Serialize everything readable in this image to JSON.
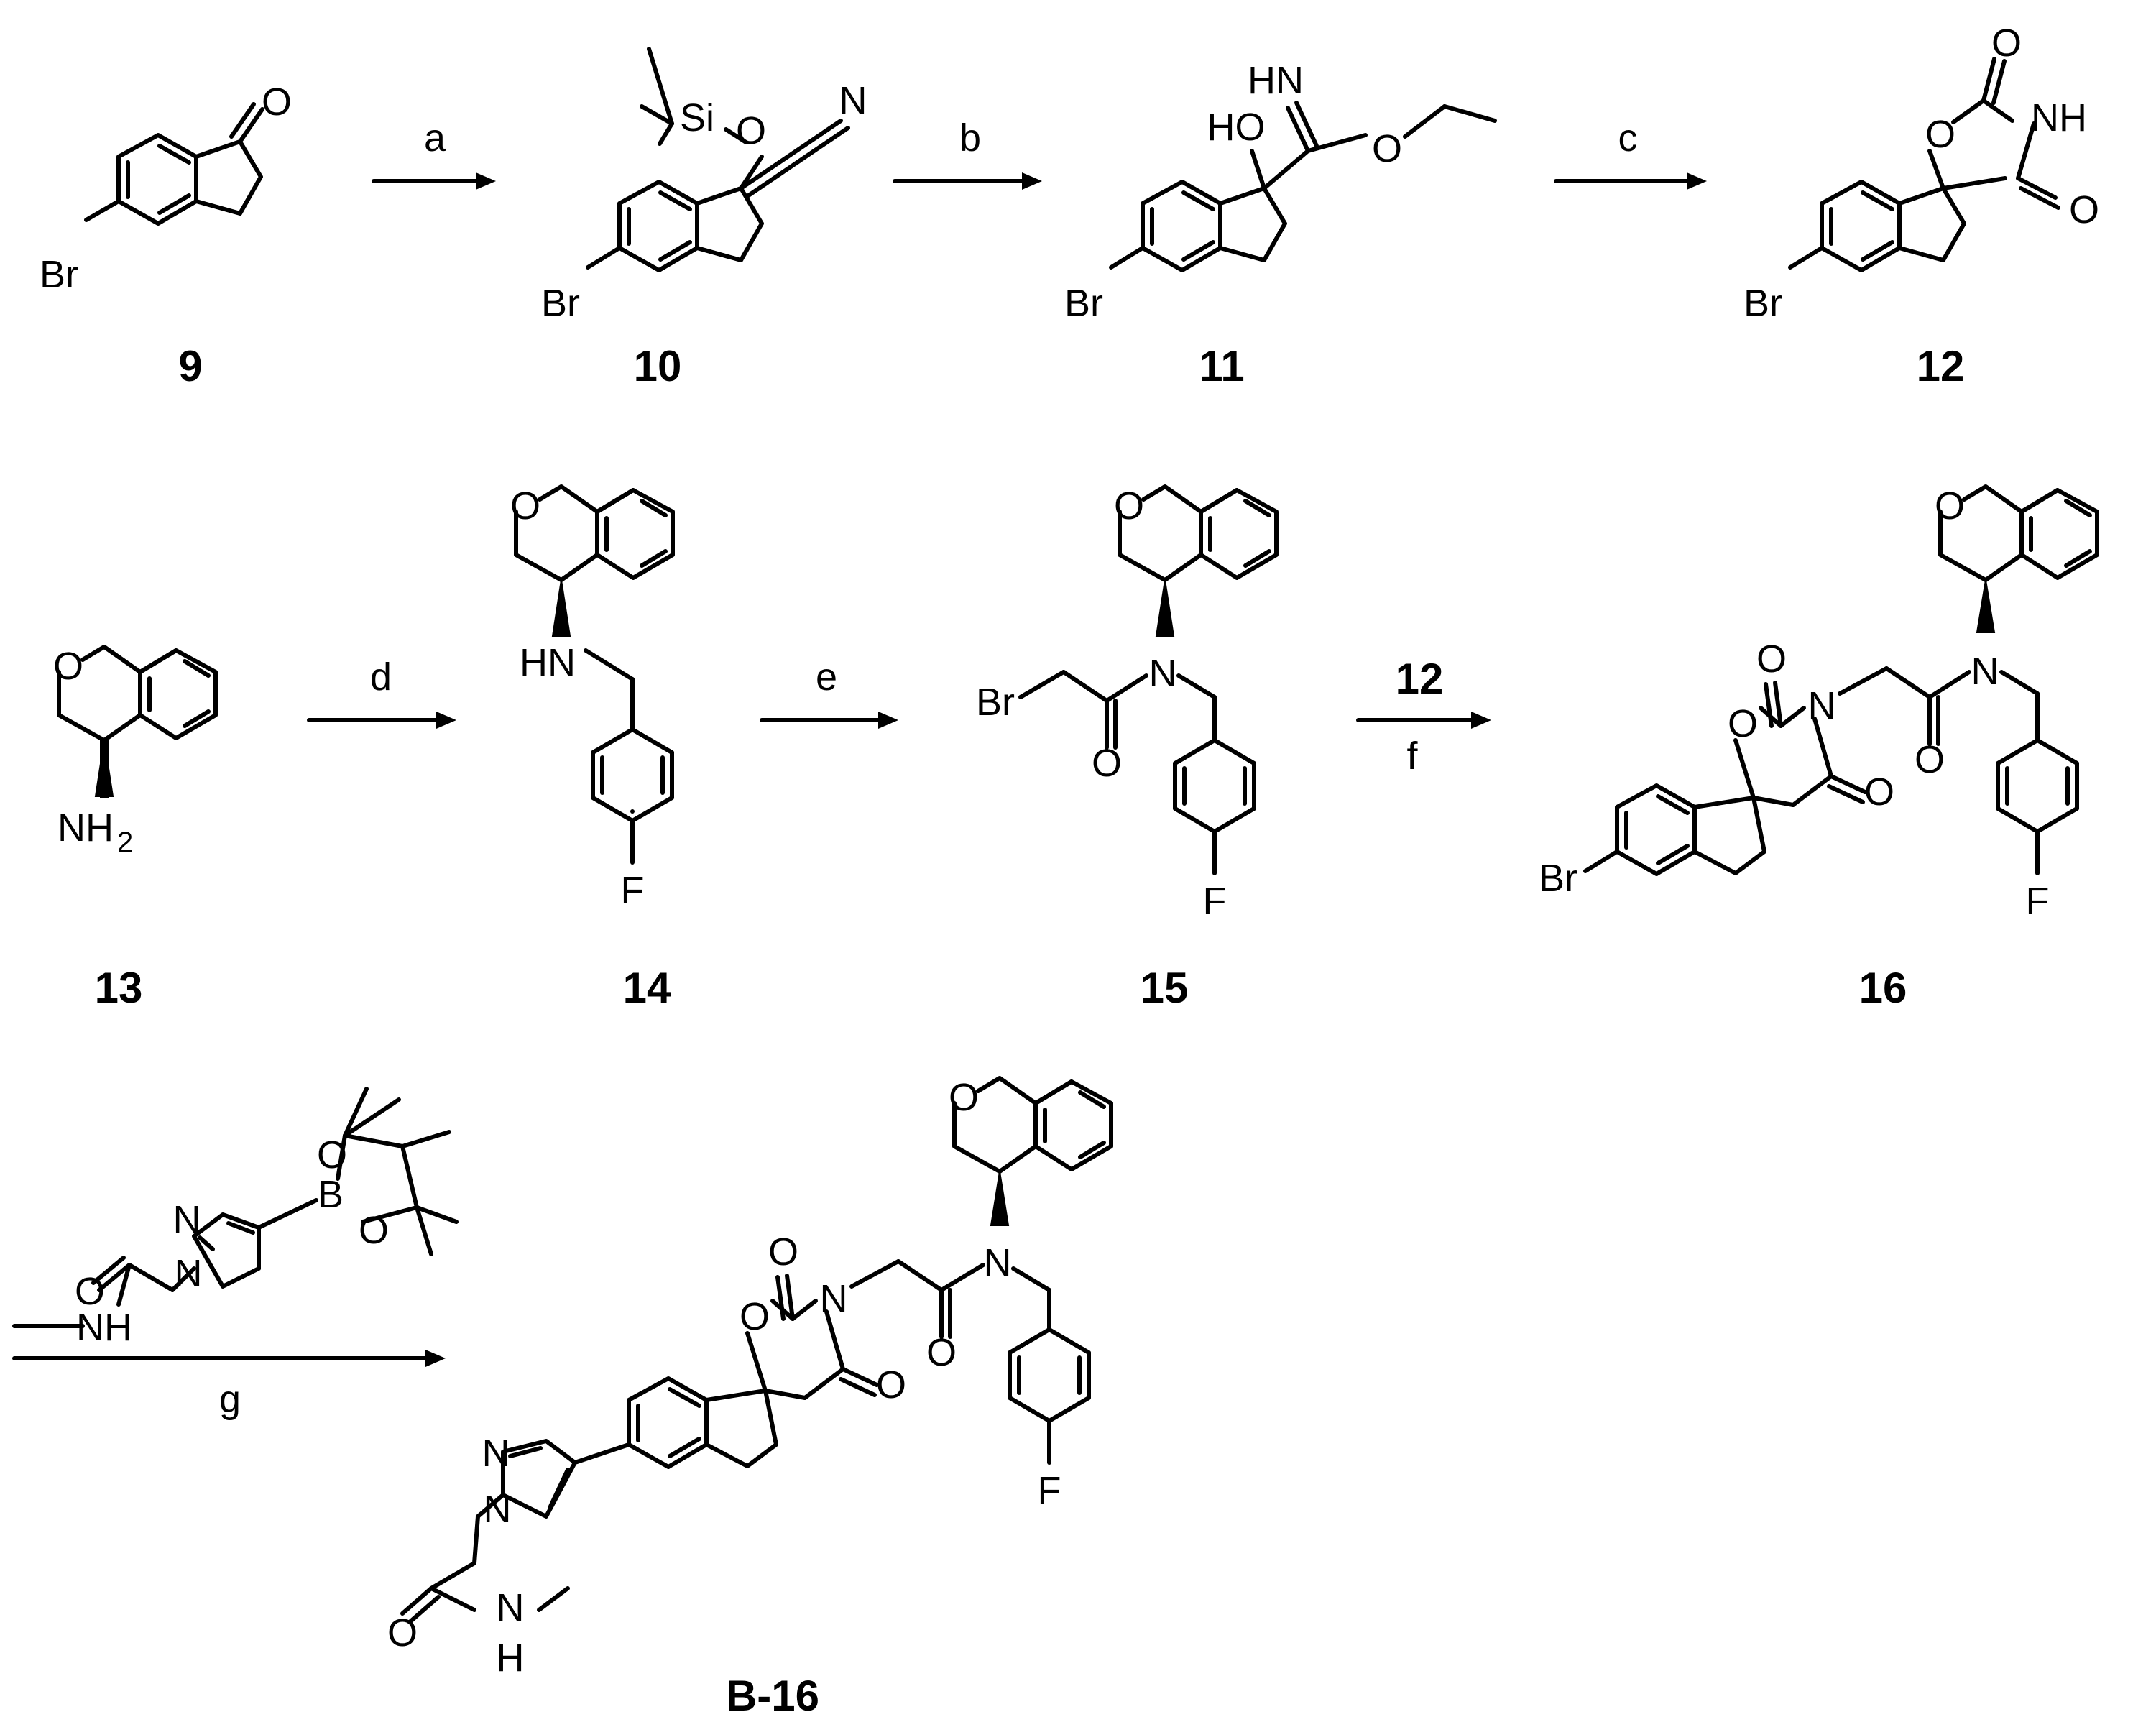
{
  "scheme": {
    "compounds": [
      {
        "id": "9",
        "label": "9"
      },
      {
        "id": "10",
        "label": "10"
      },
      {
        "id": "11",
        "label": "11"
      },
      {
        "id": "12",
        "label": "12"
      },
      {
        "id": "13",
        "label": "13"
      },
      {
        "id": "14",
        "label": "14"
      },
      {
        "id": "15",
        "label": "15"
      },
      {
        "id": "16",
        "label": "16"
      },
      {
        "id": "b16",
        "label": "B-16"
      }
    ],
    "steps": [
      {
        "label": "a"
      },
      {
        "label": "b"
      },
      {
        "label": "c"
      },
      {
        "label": "d"
      },
      {
        "label": "e"
      },
      {
        "label": "f",
        "reagent": "12"
      },
      {
        "label": "g"
      }
    ],
    "atoms": {
      "o": "O",
      "n": "N",
      "br": "Br",
      "f": "F",
      "b": "B",
      "si": "Si",
      "nh": "NH",
      "hn": "HN",
      "ho": "HO",
      "h": "H",
      "nh2": "NH",
      "two": "2"
    }
  }
}
